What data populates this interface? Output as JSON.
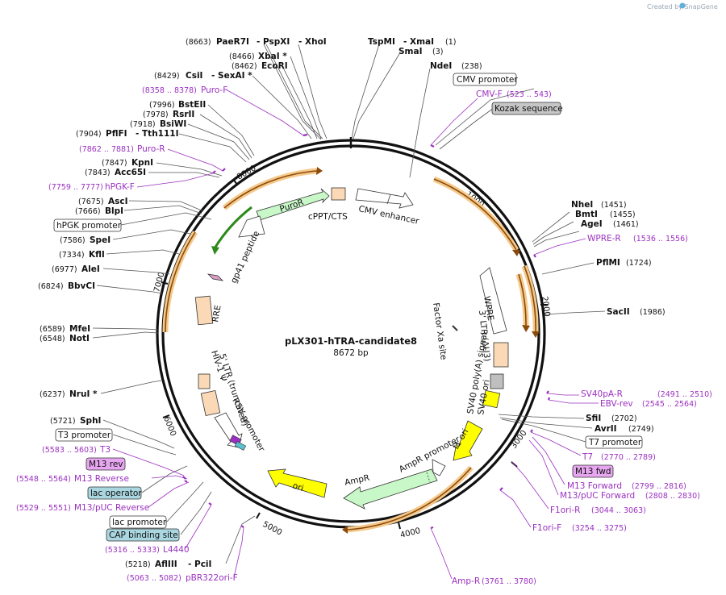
{
  "credit": "Created by SnapGene",
  "plasmid": {
    "name": "pLX301-hTRA-candidate8",
    "size": "8672 bp"
  },
  "ticks": [
    "1000",
    "2000",
    "3000",
    "4000",
    "5000",
    "6000",
    "7000",
    "8000"
  ],
  "enzymes": [
    {
      "pos": "(8663)",
      "name": "PaeR7I"
    },
    {
      "name": "- PspXI"
    },
    {
      "name": "- XhoI"
    },
    {
      "name": "TspMI"
    },
    {
      "name": "- XmaI"
    },
    {
      "pos": "(1)"
    },
    {
      "name": "SmaI"
    },
    {
      "pos": "(3)"
    },
    {
      "name": "NdeI"
    },
    {
      "pos": "(238)"
    },
    {
      "pos": "(8466)",
      "name": "XbaI *"
    },
    {
      "pos": "(8462)",
      "name": "EcoRI"
    },
    {
      "pos": "(8429)",
      "name": "CsiI"
    },
    {
      "name": "- SexAI *"
    },
    {
      "pos": "(7996)",
      "name": "BstEII"
    },
    {
      "pos": "(7978)",
      "name": "RsrII"
    },
    {
      "pos": "(7918)",
      "name": "BsiWI"
    },
    {
      "pos": "(7904)",
      "name": "PflFI"
    },
    {
      "name": "- Tth111I"
    },
    {
      "pos": "(7847)",
      "name": "KpnI"
    },
    {
      "pos": "(7843)",
      "name": "Acc65I"
    },
    {
      "pos": "(7675)",
      "name": "AscI"
    },
    {
      "pos": "(7666)",
      "name": "BlpI"
    },
    {
      "pos": "(7586)",
      "name": "SpeI"
    },
    {
      "pos": "(7334)",
      "name": "KflI"
    },
    {
      "pos": "(6977)",
      "name": "AleI"
    },
    {
      "pos": "(6824)",
      "name": "BbvCI"
    },
    {
      "pos": "(6589)",
      "name": "MfeI"
    },
    {
      "pos": "(6548)",
      "name": "NotI"
    },
    {
      "pos": "(6237)",
      "name": "NruI *"
    },
    {
      "pos": "(5721)",
      "name": "SphI"
    },
    {
      "pos": "(5218)",
      "name": "AflIII"
    },
    {
      "name": "- PciI"
    },
    {
      "name": "NheI",
      "pos": "(1451)"
    },
    {
      "name": "BmtI",
      "pos": "(1455)"
    },
    {
      "name": "AgeI",
      "pos": "(1461)"
    },
    {
      "name": "PflMI",
      "pos": "(1724)"
    },
    {
      "name": "SacII",
      "pos": "(1986)"
    },
    {
      "name": "SfiI",
      "pos": "(2702)"
    },
    {
      "name": "AvrII",
      "pos": "(2749)"
    }
  ],
  "primers": [
    {
      "pos": "(8358 .. 8378)",
      "name": "Puro-F"
    },
    {
      "name": "CMV-F",
      "pos": "(523 .. 543)"
    },
    {
      "pos": "(7862 .. 7881)",
      "name": "Puro-R"
    },
    {
      "pos": "(7759 .. 7777)",
      "name": "hPGK-F"
    },
    {
      "name": "WPRE-R",
      "pos": "(1536 .. 1556)"
    },
    {
      "name": "SV40pA-R",
      "pos": "(2491 .. 2510)"
    },
    {
      "name": "EBV-rev",
      "pos": "(2545 .. 2564)"
    },
    {
      "name": "T7",
      "pos": "(2770 .. 2789)"
    },
    {
      "name": "M13 Forward",
      "pos": "(2799 .. 2816)"
    },
    {
      "name": "M13/pUC Forward",
      "pos": "(2808 .. 2830)"
    },
    {
      "name": "F1ori-R",
      "pos": "(3044 .. 3063)"
    },
    {
      "name": "F1ori-F",
      "pos": "(3254 .. 3275)"
    },
    {
      "name": "Amp-R",
      "pos": "(3761 .. 3780)"
    },
    {
      "pos": "(5583 .. 5603)",
      "name": "T3"
    },
    {
      "pos": "(5548 .. 5564)",
      "name": "M13 Reverse"
    },
    {
      "pos": "(5529 .. 5551)",
      "name": "M13/pUC Reverse"
    },
    {
      "pos": "(5316 .. 5333)",
      "name": "L4440"
    },
    {
      "pos": "(5063 .. 5082)",
      "name": "pBR322ori-F"
    }
  ],
  "boxed_labels": {
    "cmv_promoter": "CMV promoter",
    "kozak": "Kozak sequence",
    "hpgk_promoter": "hPGK promoter",
    "t7_promoter": "T7 promoter",
    "m13_fwd": "M13 fwd",
    "t3_promoter": "T3 promoter",
    "m13_rev": "M13 rev",
    "lac_operator": "lac operator",
    "lac_promoter": "lac promoter",
    "cap_site": "CAP binding site"
  },
  "features": {
    "puror": "PuroR",
    "cppt": "cPPT/CTS",
    "cmv_enhancer": "CMV enhancer",
    "gp41": "gp41 peptide",
    "rre": "RRE",
    "wpre": "WPRE",
    "ltr3": "3' LTR (ΔU3)",
    "factor_xa": "Factor Xa site",
    "sv40pa": "SV40 poly(A) signal",
    "sv40ori": "SV40 ori",
    "f1ori": "f1 ori",
    "ampr_promoter": "AmpR promoter",
    "ampr": "AmpR",
    "ori": "ori",
    "ltr5": "5' LTR (truncated)",
    "hiv_psi": "HIV-1 Ψ",
    "rsv": "RSV promoter"
  },
  "colors": {
    "backbone": "#111111",
    "orf_halo": "#f5c98a",
    "orf_arrow": "#8a4a0c",
    "puror_fill": "#c8f7c8",
    "ltr_fill": "#fbd9b6",
    "yellow_fill": "#ffff00",
    "primer": "#9b30c0",
    "box_gray": "#c6c6c6",
    "box_blue": "#a9d6df",
    "box_purple": "#e7a6f0"
  }
}
